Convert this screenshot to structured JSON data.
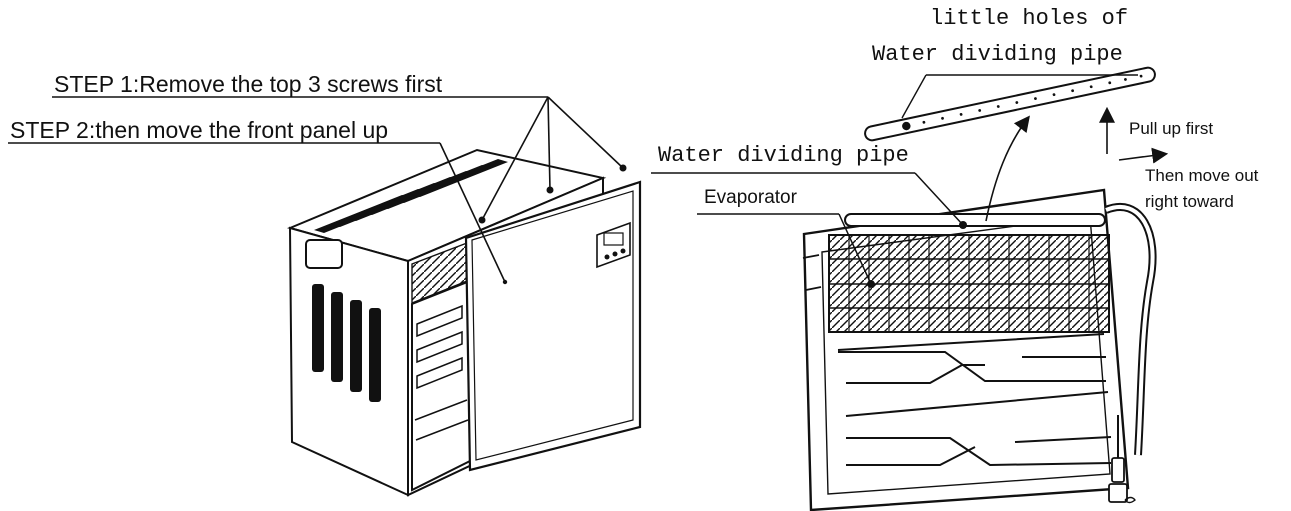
{
  "labels": {
    "step1": "STEP 1:Remove the top 3 screws first",
    "step2": "STEP 2:then move the front panel up",
    "holes_line1": "little holes of",
    "holes_line2": "Water dividing pipe",
    "water_dividing_pipe": "Water dividing pipe",
    "evaporator": "Evaporator",
    "pull_up": "Pull up first",
    "move_out_line1": "Then move out",
    "move_out_line2": "right toward"
  }
}
